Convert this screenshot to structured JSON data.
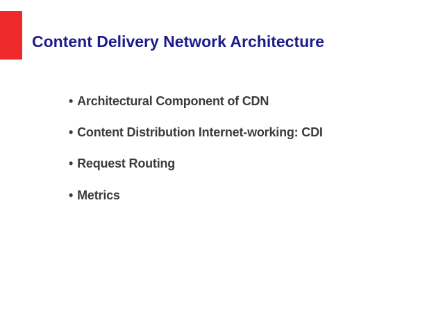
{
  "slide": {
    "title": "Content Delivery Network Architecture",
    "bullet_char": "•",
    "bullets": [
      "Architectural Component of CDN",
      "Content Distribution Internet-working: CDI",
      "Request Routing",
      "Metrics"
    ]
  },
  "colors": {
    "accent_red": "#ee2a2a",
    "title_navy": "#1c1c8a",
    "bullet_gray": "#3b3b3b",
    "background": "#ffffff"
  }
}
